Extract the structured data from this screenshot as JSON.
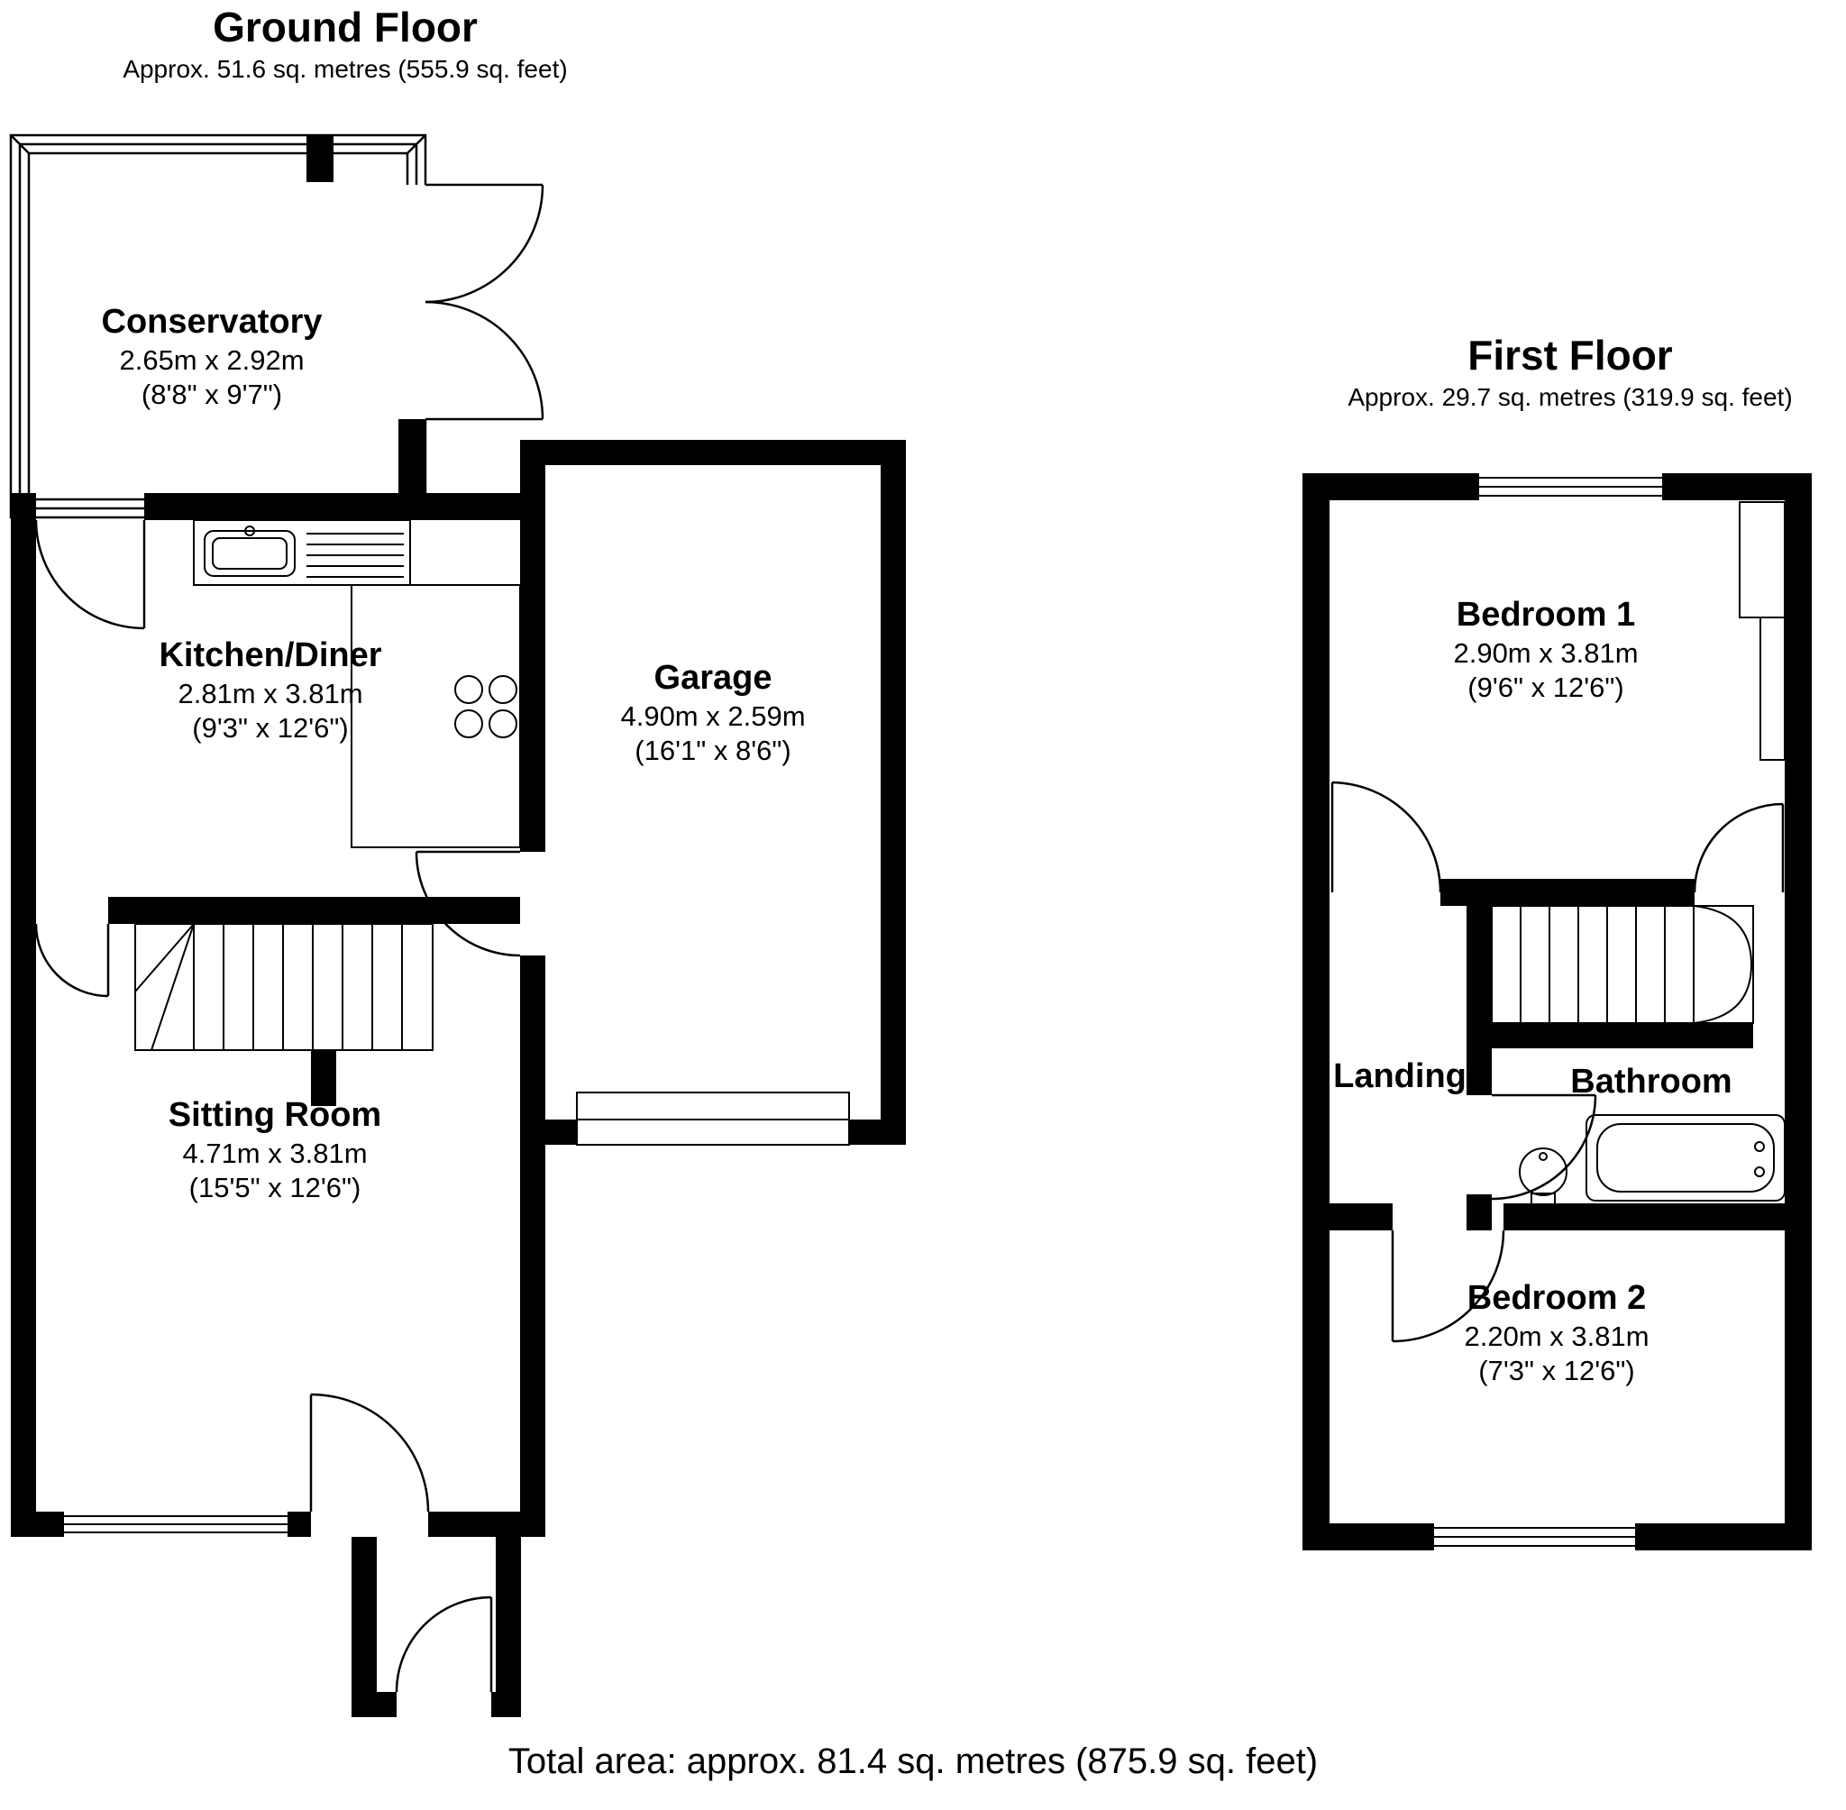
{
  "ground_floor": {
    "title": "Ground Floor",
    "subtitle": "Approx. 51.6 sq. metres (555.9 sq. feet)",
    "rooms": {
      "conservatory": {
        "name": "Conservatory",
        "metric": "2.65m x 2.92m",
        "imperial": "(8'8\" x 9'7\")"
      },
      "kitchen_diner": {
        "name": "Kitchen/Diner",
        "metric": "2.81m x 3.81m",
        "imperial": "(9'3\" x 12'6\")"
      },
      "garage": {
        "name": "Garage",
        "metric": "4.90m x 2.59m",
        "imperial": "(16'1\" x 8'6\")"
      },
      "sitting_room": {
        "name": "Sitting Room",
        "metric": "4.71m x 3.81m",
        "imperial": "(15'5\" x 12'6\")"
      }
    }
  },
  "first_floor": {
    "title": "First Floor",
    "subtitle": "Approx. 29.7 sq. metres (319.9 sq. feet)",
    "rooms": {
      "bedroom1": {
        "name": "Bedroom 1",
        "metric": "2.90m x 3.81m",
        "imperial": "(9'6\" x 12'6\")"
      },
      "landing": {
        "name": "Landing"
      },
      "bathroom": {
        "name": "Bathroom"
      },
      "bedroom2": {
        "name": "Bedroom 2",
        "metric": "2.20m x 3.81m",
        "imperial": "(7'3\" x 12'6\")"
      }
    }
  },
  "footer": {
    "total": "Total area: approx. 81.4 sq. metres (875.9 sq. feet)"
  },
  "colors": {
    "wall": "#000000",
    "background": "#ffffff"
  }
}
